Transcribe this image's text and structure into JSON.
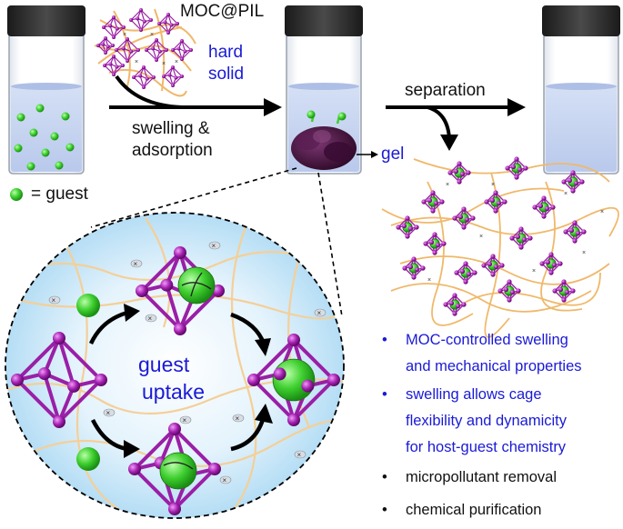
{
  "labels": {
    "moc_pil": "MOC@PIL",
    "hard_solid": [
      "hard",
      "solid"
    ],
    "swelling": [
      "swelling &",
      "adsorption"
    ],
    "separation": "separation",
    "gel": "gel",
    "guest_eq": "=  guest",
    "guest_uptake": [
      "guest",
      "uptake"
    ]
  },
  "bullets": [
    {
      "marker": "•",
      "lines": [
        "MOC-controlled swelling",
        "and mechanical properties"
      ],
      "color": "#1a1ad6"
    },
    {
      "marker": "•",
      "lines": [
        "swelling allows cage",
        "flexibility and dynamicity",
        "for host-guest chemistry"
      ],
      "color": "#1a1ad6"
    },
    {
      "marker": "•",
      "lines": [
        "micropollutant removal"
      ],
      "color": "#111111"
    },
    {
      "marker": "•",
      "lines": [
        "chemical purification"
      ],
      "color": "#111111"
    }
  ],
  "colors": {
    "cage": "#9a1fa6",
    "vertex": "#b020b8",
    "guest": "#3fcf2f",
    "polymer": "#f0b86a",
    "liquid": "#c8d6f2",
    "cap": "#2b2b2b",
    "gel": "#4a1540",
    "bubble": "#bfe3f7",
    "text_blue": "#1a1ad6"
  },
  "icons": [
    "vial",
    "moc-cage",
    "guest-sphere",
    "polymer-chain",
    "arrow"
  ]
}
